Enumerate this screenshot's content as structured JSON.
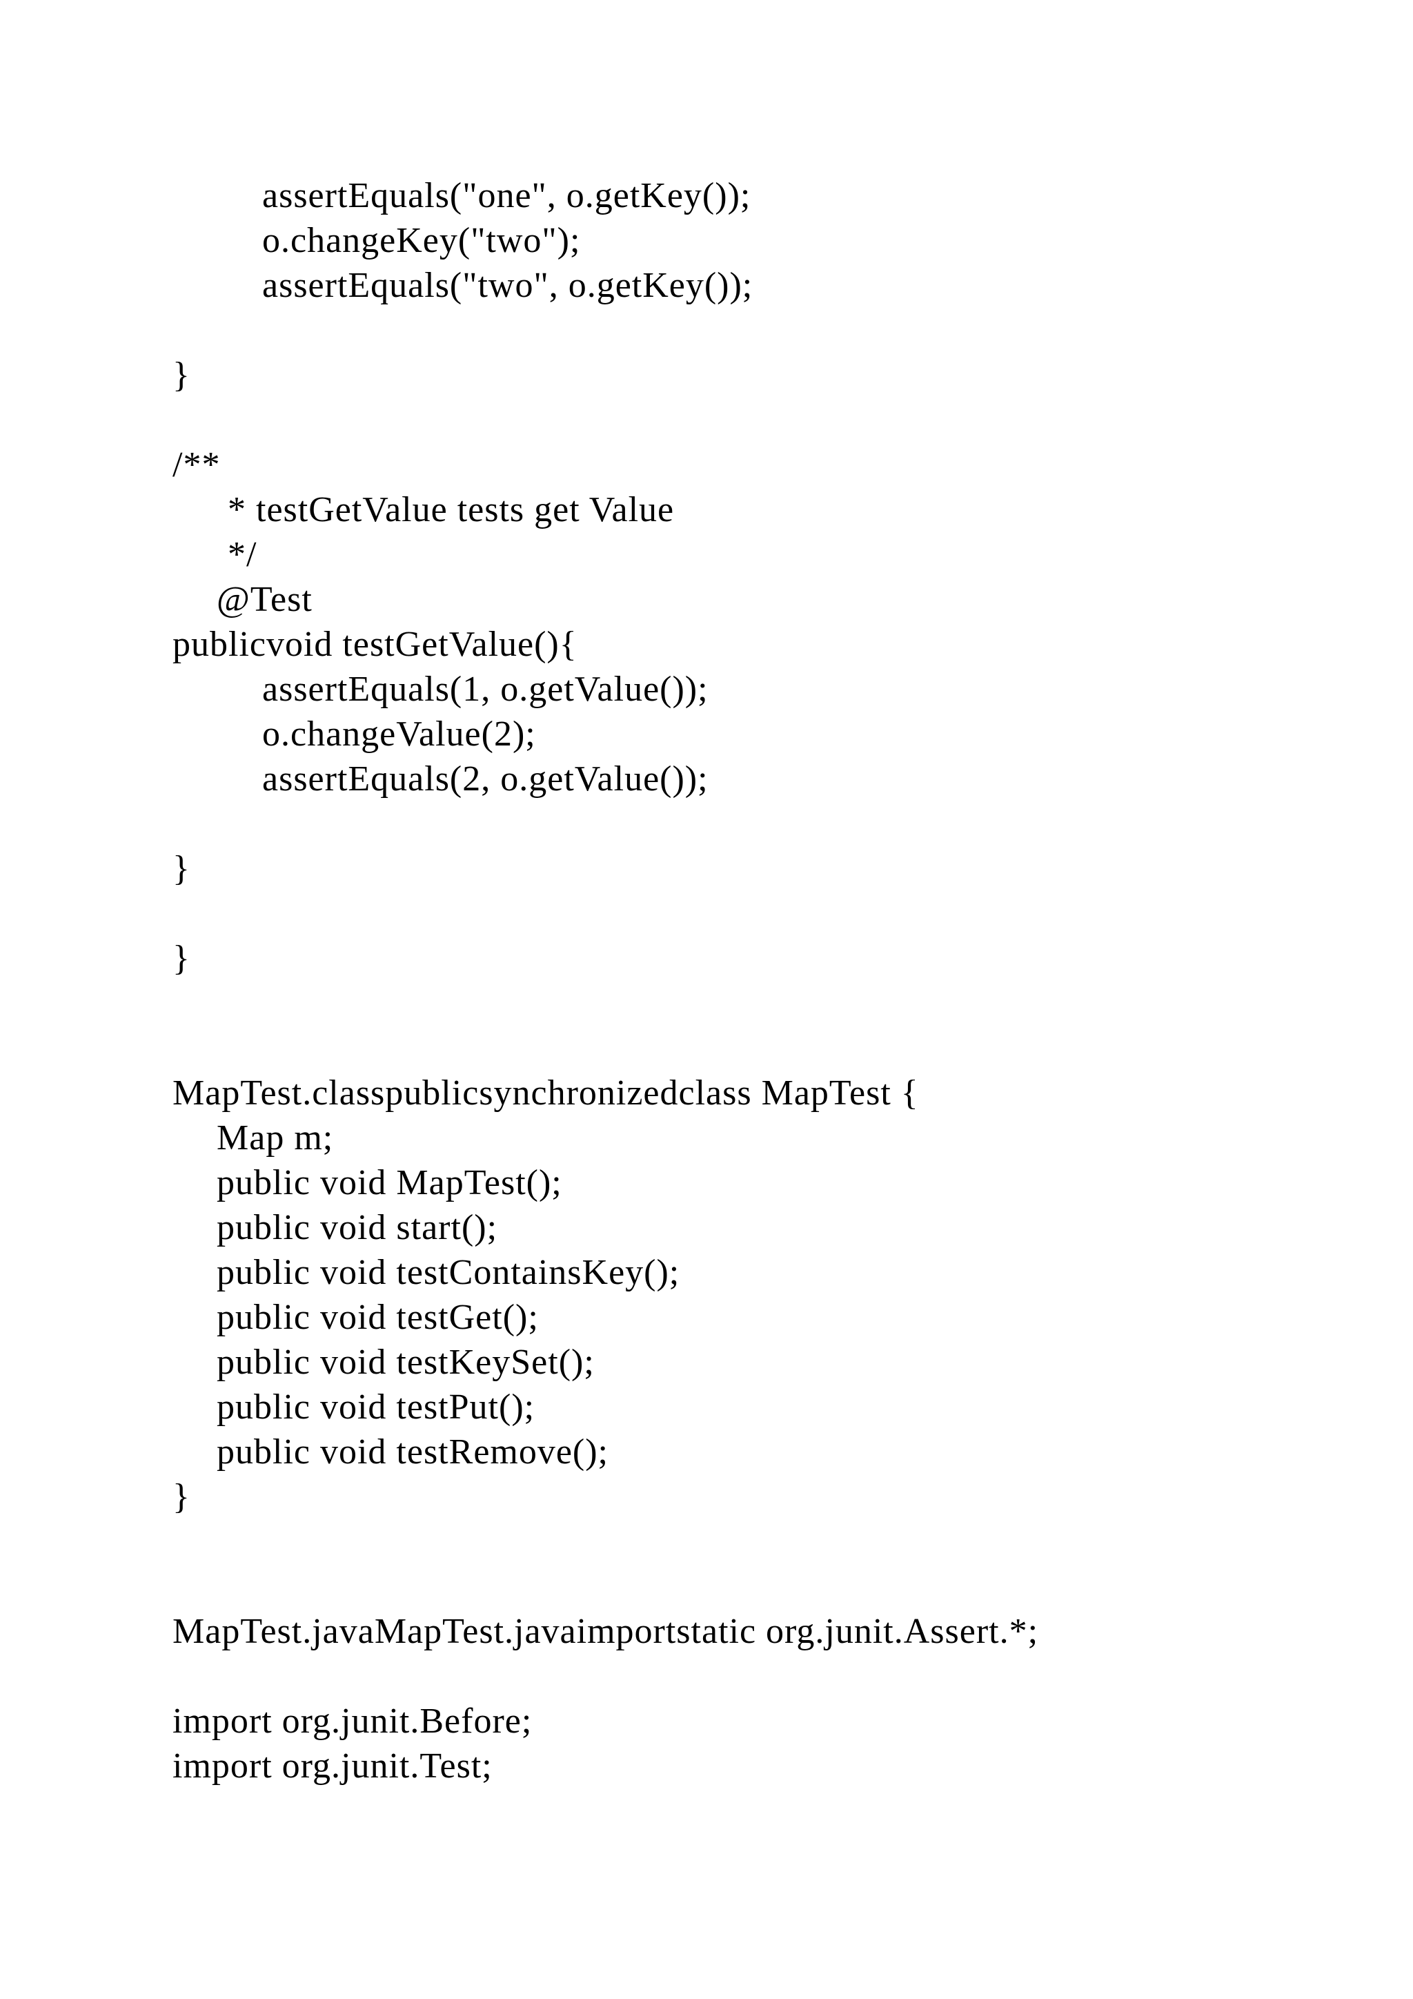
{
  "document": {
    "lines": [
      {
        "text": "assertEquals(\"one\", o.getKey());",
        "indent": 1
      },
      {
        "text": "o.changeKey(\"two\");",
        "indent": 1
      },
      {
        "text": "assertEquals(\"two\", o.getKey());",
        "indent": 1
      },
      {
        "text": "}",
        "indent": 0
      },
      {
        "text": "/**",
        "indent": 0
      },
      {
        "text": "* testGetValue tests get Value",
        "indent": 0
      },
      {
        "text": "*/",
        "indent": 0
      },
      {
        "text": "@Test",
        "indent": 0
      },
      {
        "text": "publicvoid testGetValue(){",
        "indent": 0
      },
      {
        "text": "assertEquals(1, o.getValue());",
        "indent": 1
      },
      {
        "text": "o.changeValue(2);",
        "indent": 1
      },
      {
        "text": "assertEquals(2, o.getValue());",
        "indent": 1
      },
      {
        "text": "}",
        "indent": 0
      },
      {
        "text": "}",
        "indent": 0
      },
      {
        "text": "MapTest.classpublicsynchronizedclass MapTest {",
        "indent": 0
      },
      {
        "text": "Map m;",
        "indent": 0
      },
      {
        "text": "public void MapTest();",
        "indent": 0
      },
      {
        "text": "public void start();",
        "indent": 0
      },
      {
        "text": "public void testContainsKey();",
        "indent": 0
      },
      {
        "text": "public void testGet();",
        "indent": 0
      },
      {
        "text": "public void testKeySet();",
        "indent": 0
      },
      {
        "text": "public void testPut();",
        "indent": 0
      },
      {
        "text": "public void testRemove();",
        "indent": 0
      },
      {
        "text": "}",
        "indent": 0
      },
      {
        "text": "MapTest.javaMapTest.javaimportstatic org.junit.Assert.*;",
        "indent": 0
      },
      {
        "text": "import org.junit.Before;",
        "indent": 0
      },
      {
        "text": "import org.junit.Test;",
        "indent": 0
      }
    ]
  }
}
